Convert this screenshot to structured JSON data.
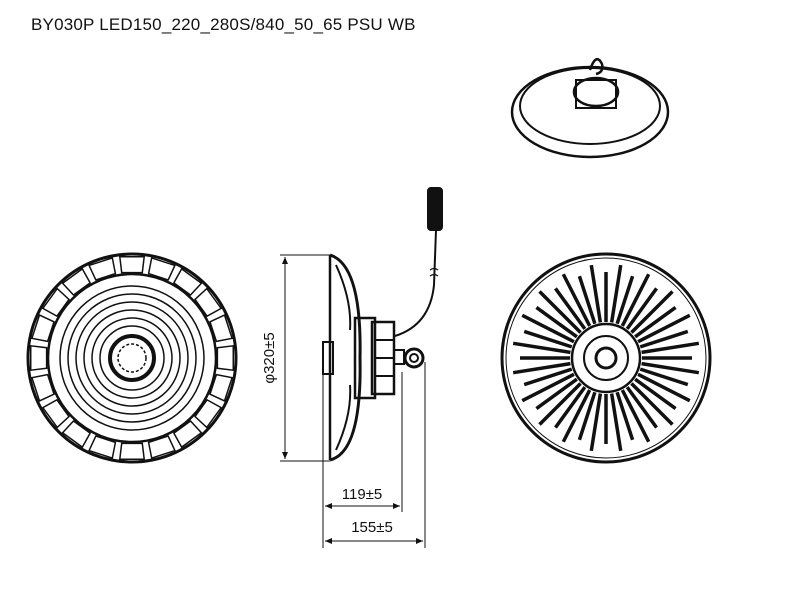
{
  "title": "BY030P LED150_220_280S/840_50_65 PSU WB",
  "dimensions": {
    "diameter": "φ320±5",
    "depth_body": "119±5",
    "depth_total": "155±5"
  },
  "colors": {
    "line": "#111111",
    "background": "#ffffff"
  }
}
